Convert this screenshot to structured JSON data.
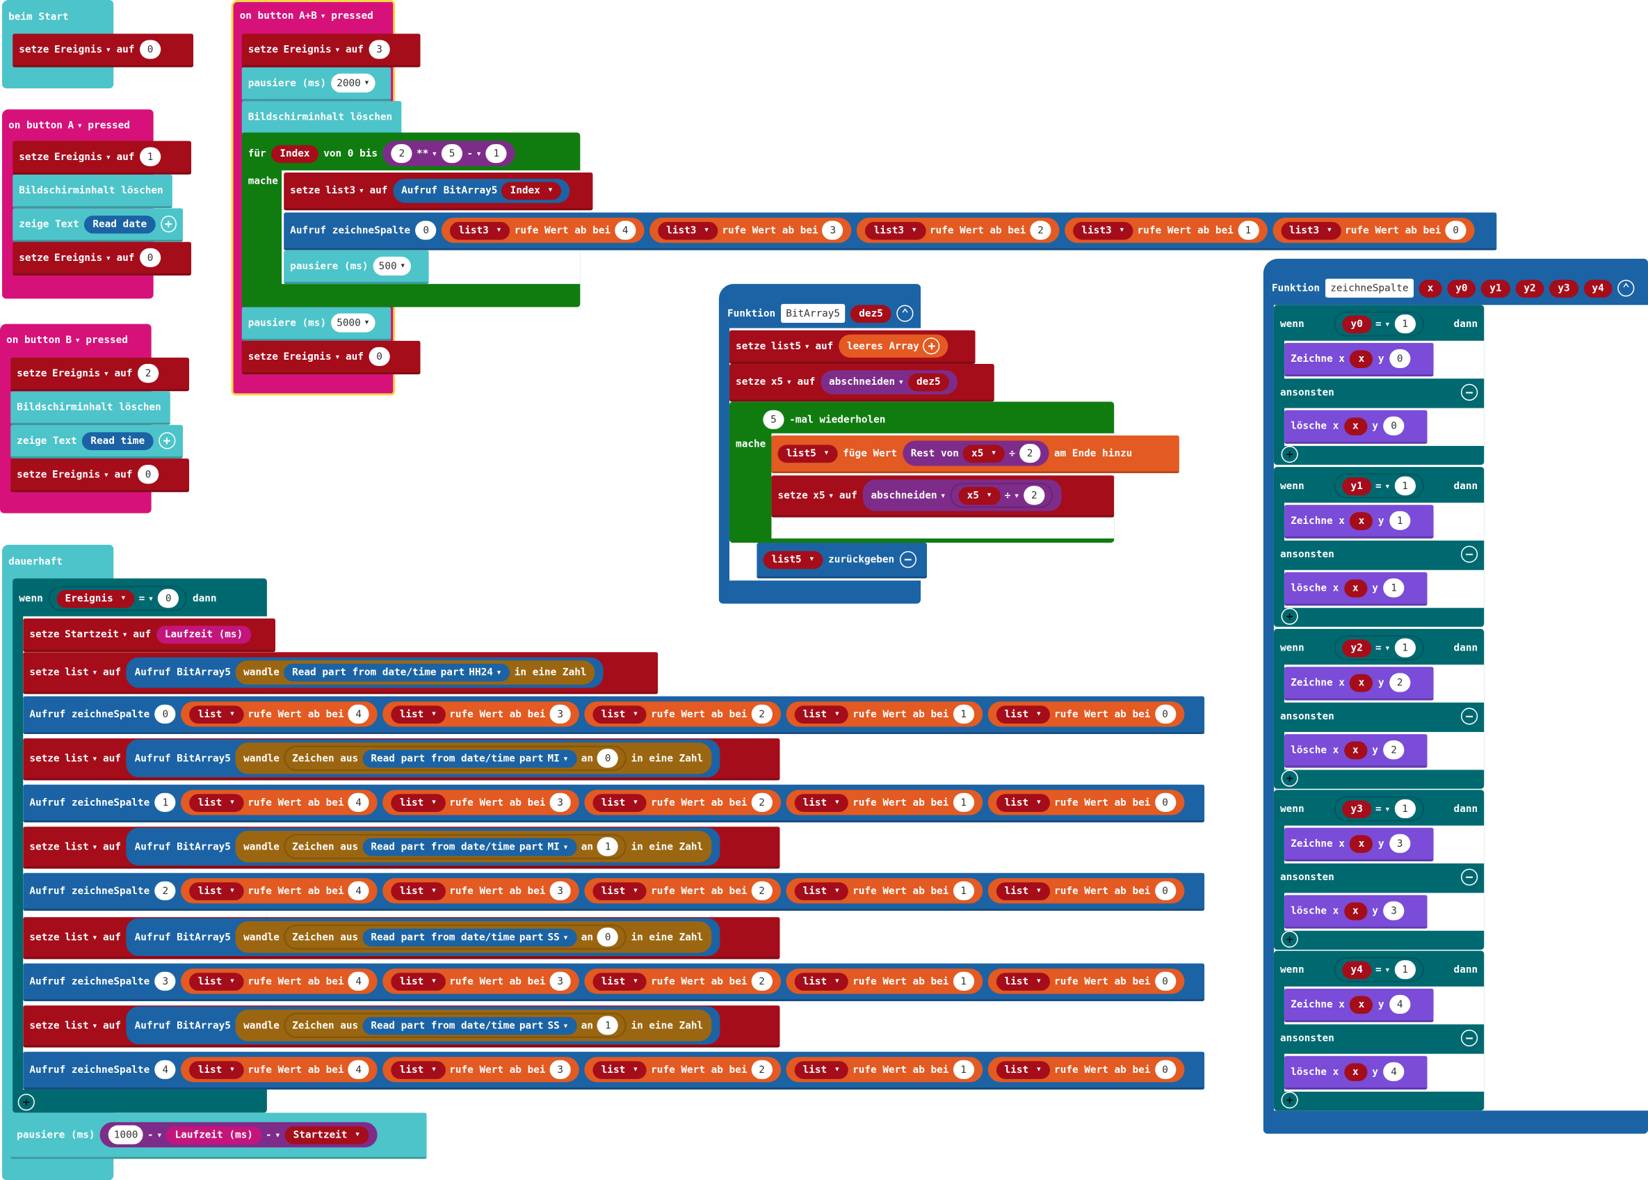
{
  "w": {
    "beim_start": "beim Start",
    "setze": "setze",
    "auf": "auf",
    "ereignis": "Ereignis",
    "on_button": "on button",
    "pressed": "pressed",
    "ab": "A+B",
    "a": "A",
    "b": "B",
    "pausiere": "pausiere (ms)",
    "bild_loeschen": "Bildschirminhalt löschen",
    "zeige_text": "zeige Text",
    "read_date": "Read date",
    "read_time": "Read time",
    "fuer": "für",
    "index": "Index",
    "von_0_bis": "von 0 bis",
    "mache": "mache",
    "pow": "**",
    "minus": "-",
    "list3": "list3",
    "aufruf_bitarray5": "Aufruf BitArray5",
    "aufruf_zeichne": "Aufruf zeichneSpalte",
    "rufe_wert": "rufe Wert ab bei",
    "dauerhaft": "dauerhaft",
    "wenn": "wenn",
    "eq": "=",
    "dann": "dann",
    "startzeit": "Startzeit",
    "laufzeit": "Laufzeit (ms)",
    "list": "list",
    "wandle": "wandle",
    "in_eine_zahl": "in eine Zahl",
    "zeichen_aus": "Zeichen aus",
    "read_part": "Read part from date/time",
    "part": "part",
    "an": "an",
    "hh24": "HH24",
    "mi": "MI",
    "ss": "SS",
    "funktion": "Funktion",
    "bitarray5": "BitArray5",
    "dez5": "dez5",
    "list5": "list5",
    "leeres_array": "leeres Array",
    "x5": "x5",
    "abschneiden": "abschneiden",
    "div": "÷",
    "mal_wiederholen": "-mal wiederholen",
    "fuege_wert": "füge Wert",
    "rest_von": "Rest von",
    "am_ende": "am Ende hinzu",
    "zurueckgeben": "zurückgeben",
    "zeichnespalte": "zeichneSpalte",
    "x": "x",
    "y": "y",
    "y0": "y0",
    "y1": "y1",
    "y2": "y2",
    "y3": "y3",
    "y4": "y4",
    "zeichne_x": "Zeichne x",
    "loesche_x": "lösche x",
    "ansonsten": "ansonsten"
  },
  "values": {
    "start_ereignis": "0",
    "ab_ereignis": "3",
    "ab_pause1": "2000",
    "pow_base": "2",
    "pow_exp": "5",
    "minus_val": "1",
    "zeichne_first": "0",
    "list3_idx": [
      "4",
      "3",
      "2",
      "1",
      "0"
    ],
    "ab_inner_pause": "500",
    "ab_pause2": "5000",
    "ab_ereignis_end": "0",
    "a_ereignis": "1",
    "a_ereignis_end": "0",
    "b_ereignis": "2",
    "b_ereignis_end": "0",
    "d_eq": "0",
    "d_pause": "1000",
    "repeat": "5",
    "rest_div": "2",
    "abs_div": "2",
    "zeichne_cols": [
      "0",
      "1",
      "2",
      "3",
      "4"
    ],
    "list_idx": [
      "4",
      "3",
      "2",
      "1",
      "0"
    ],
    "an_vals": [
      "0",
      "1",
      "0",
      "1"
    ],
    "y_eq": [
      "1",
      "1",
      "1",
      "1",
      "1"
    ],
    "y_vals": [
      "0",
      "1",
      "2",
      "3",
      "4"
    ]
  },
  "colors": {
    "events": "#d6127a",
    "basic": "#4cc4ca",
    "loops": "#107c10",
    "variables": "#a50d1a",
    "arrays": "#e35a22",
    "functions": "#1b63a4",
    "math": "#7e2c8a",
    "text": "#9b6611",
    "logic": "#006970",
    "led": "#7a4cd8",
    "input": "#c4157c"
  }
}
